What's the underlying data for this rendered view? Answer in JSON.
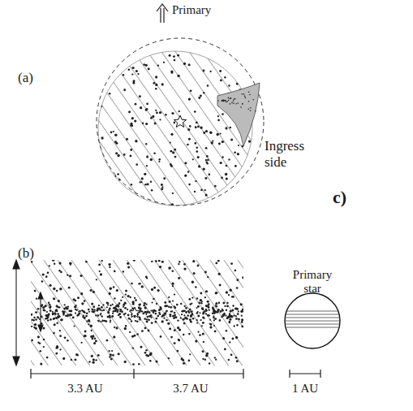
{
  "diagram": {
    "labels": [
      "Primary",
      "(a)",
      "Ingress side",
      "c)",
      "(b)",
      "3.3 AU",
      "3.7 AU",
      "Primary star",
      "1 AU"
    ]
  }
}
